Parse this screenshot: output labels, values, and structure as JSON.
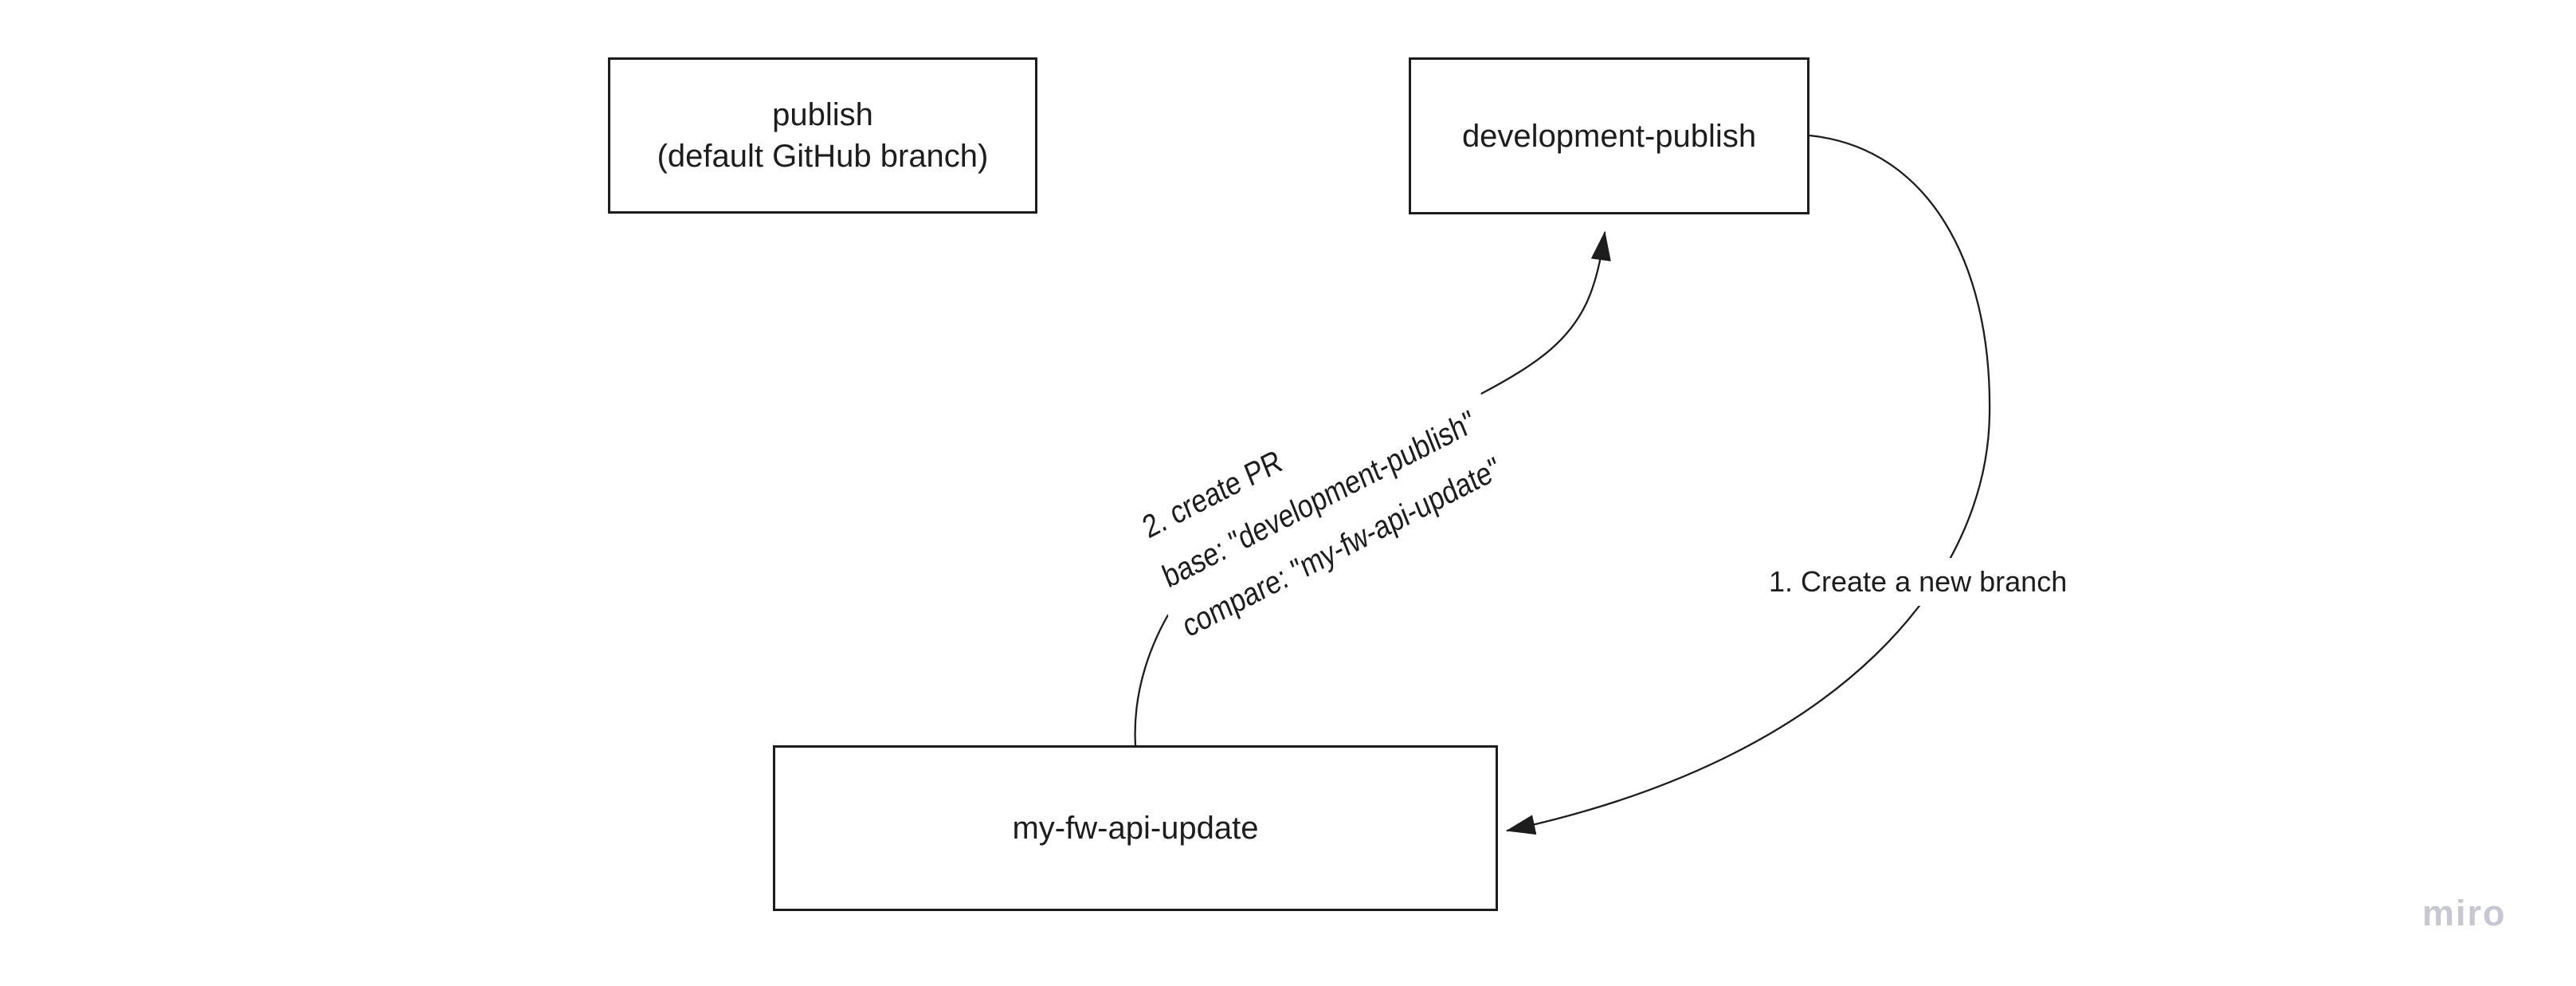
{
  "board": {
    "background": "#ffffff",
    "ink": "#1d1d1d",
    "watermark": {
      "text": "miro",
      "color": "#c7c7d2"
    }
  },
  "nodes": {
    "publish": {
      "line1": "publish",
      "line2": "(default GitHub branch)"
    },
    "development_publish": {
      "label": "development-publish"
    },
    "my_fw_api_update": {
      "label": "my-fw-api-update"
    }
  },
  "connectors": {
    "create_branch": {
      "label": "1. Create a new branch",
      "from": "development-publish",
      "to": "my-fw-api-update"
    },
    "create_pr": {
      "line1": "2. create PR",
      "line2": "base: \"development-publish\"",
      "line3": "compare: \"my-fw-api-update\"",
      "from": "my-fw-api-update",
      "to": "development-publish"
    }
  }
}
